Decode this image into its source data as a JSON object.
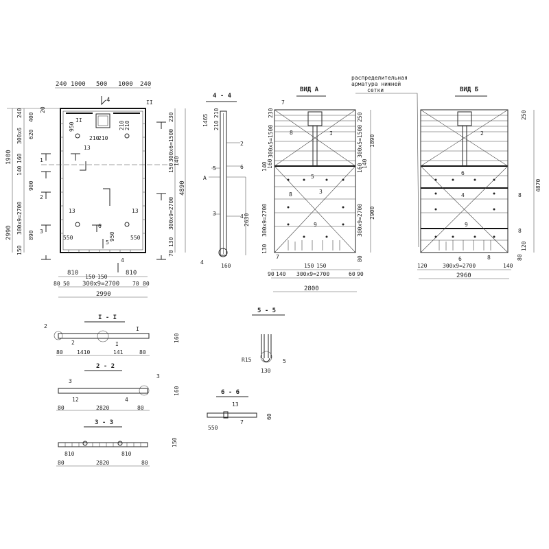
{
  "note": {
    "line1": "распределительная",
    "line2": "арматура нижней",
    "line3": "сетки"
  },
  "plan": {
    "top_dims": [
      "240",
      "1000",
      "500",
      "1000",
      "240"
    ],
    "left_dims": [
      "1900",
      "2990",
      "20",
      "240",
      "400",
      "300x6",
      "620",
      "140",
      "160",
      "900",
      "300x9=2700",
      "890",
      "150"
    ],
    "right_dims": [
      "230",
      "300x6=1500",
      "150",
      "140",
      "4890",
      "300x9=2700",
      "130",
      "70"
    ],
    "bottom_dims": [
      "810",
      "150",
      "150",
      "810",
      "80",
      "50",
      "300x9=2700",
      "70",
      "80",
      "2990"
    ],
    "inner": [
      "950",
      "210",
      "210",
      "210",
      "210",
      "550",
      "550",
      "950",
      "13",
      "13",
      "13",
      "II",
      "II"
    ],
    "marks": [
      "4",
      "1",
      "2",
      "3",
      "6",
      "5",
      "4"
    ]
  },
  "section44": {
    "title": "4 - 4",
    "labels": [
      "1465",
      "210",
      "210",
      "2",
      "5",
      "6",
      "3",
      "4",
      "A",
      "4",
      "2630",
      "160"
    ]
  },
  "viewA": {
    "title": "ВИД  А",
    "labels": [
      "7",
      "8",
      "I",
      "5",
      "8",
      "3",
      "9",
      "7",
      "230",
      "300x5=1500",
      "140",
      "160",
      "300x9=2700",
      "130",
      "250",
      "300x5=1500",
      "1890",
      "160",
      "140",
      "300x9=2700",
      "2900",
      "80",
      "150",
      "150",
      "90",
      "140",
      "300x9=2700",
      "60",
      "90",
      "2800"
    ]
  },
  "viewB": {
    "title": "ВИД  Б",
    "labels": [
      "2",
      "6",
      "4",
      "9",
      "8",
      "8",
      "8",
      "6",
      "250",
      "4870",
      "120",
      "80",
      "120",
      "300x9=2700",
      "140",
      "2960"
    ]
  },
  "sectionI": {
    "title": "I - I",
    "labels": [
      "2",
      "2",
      "I",
      "I",
      "80",
      "1410",
      "141",
      "80",
      "160"
    ]
  },
  "section22": {
    "title": "2 - 2",
    "labels": [
      "3",
      "12",
      "4",
      "3",
      "80",
      "2820",
      "80",
      "160"
    ]
  },
  "section33": {
    "title": "3 - 3",
    "labels": [
      "810",
      "810",
      "80",
      "2820",
      "80",
      "150"
    ]
  },
  "section55": {
    "title": "5 - 5",
    "labels": [
      "R15",
      "5",
      "130"
    ]
  },
  "section66": {
    "title": "6 - 6",
    "labels": [
      "13",
      "7",
      "550",
      "60"
    ]
  }
}
